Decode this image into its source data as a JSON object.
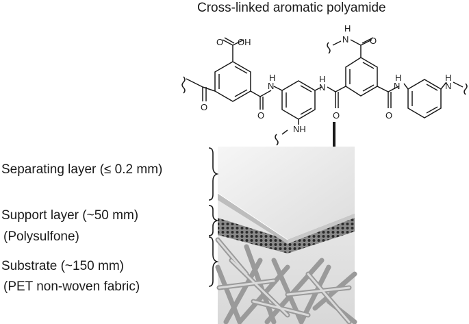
{
  "title": "Cross-linked aromatic polyamide",
  "structure": {
    "top_left_group": "O",
    "top_left_group_oh": "OH",
    "nh_labels": [
      "H",
      "N",
      "H",
      "N",
      "H",
      "N",
      "H",
      "N"
    ],
    "bottom_nh": "NH",
    "top_nh_n": "N",
    "top_nh_h": "H",
    "carbonyl_o": [
      "O",
      "O",
      "O",
      "O",
      "O",
      "O"
    ],
    "right_nh": "H",
    "right_n": "N"
  },
  "layers": [
    {
      "label": "Separating layer (≤ 0.2 mm)"
    },
    {
      "label": "Support layer (~50 mm)",
      "sublabel": "(Polysulfone)"
    },
    {
      "label": "Substrate (~150 mm)",
      "sublabel": "(PET non-woven fabric)"
    }
  ],
  "colors": {
    "line": "#1a1a1a",
    "sheet": "#e6e6e6",
    "fabric": "#c9c9c9"
  }
}
